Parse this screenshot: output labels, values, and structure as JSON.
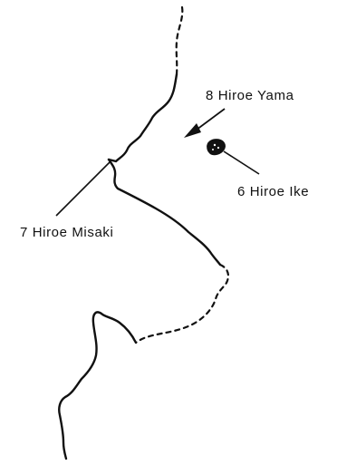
{
  "map": {
    "ink_color": "#111111",
    "background": "#ffffff",
    "labels": {
      "yama": "8 Hiroe Yama",
      "ike": "6 Hiroe Ike",
      "misaki": "7 Hiroe Misaki"
    },
    "features": [
      {
        "id": "coastline",
        "style": "solid"
      },
      {
        "id": "boundary",
        "style": "dashed"
      },
      {
        "id": "pond",
        "style": "filled"
      }
    ]
  }
}
